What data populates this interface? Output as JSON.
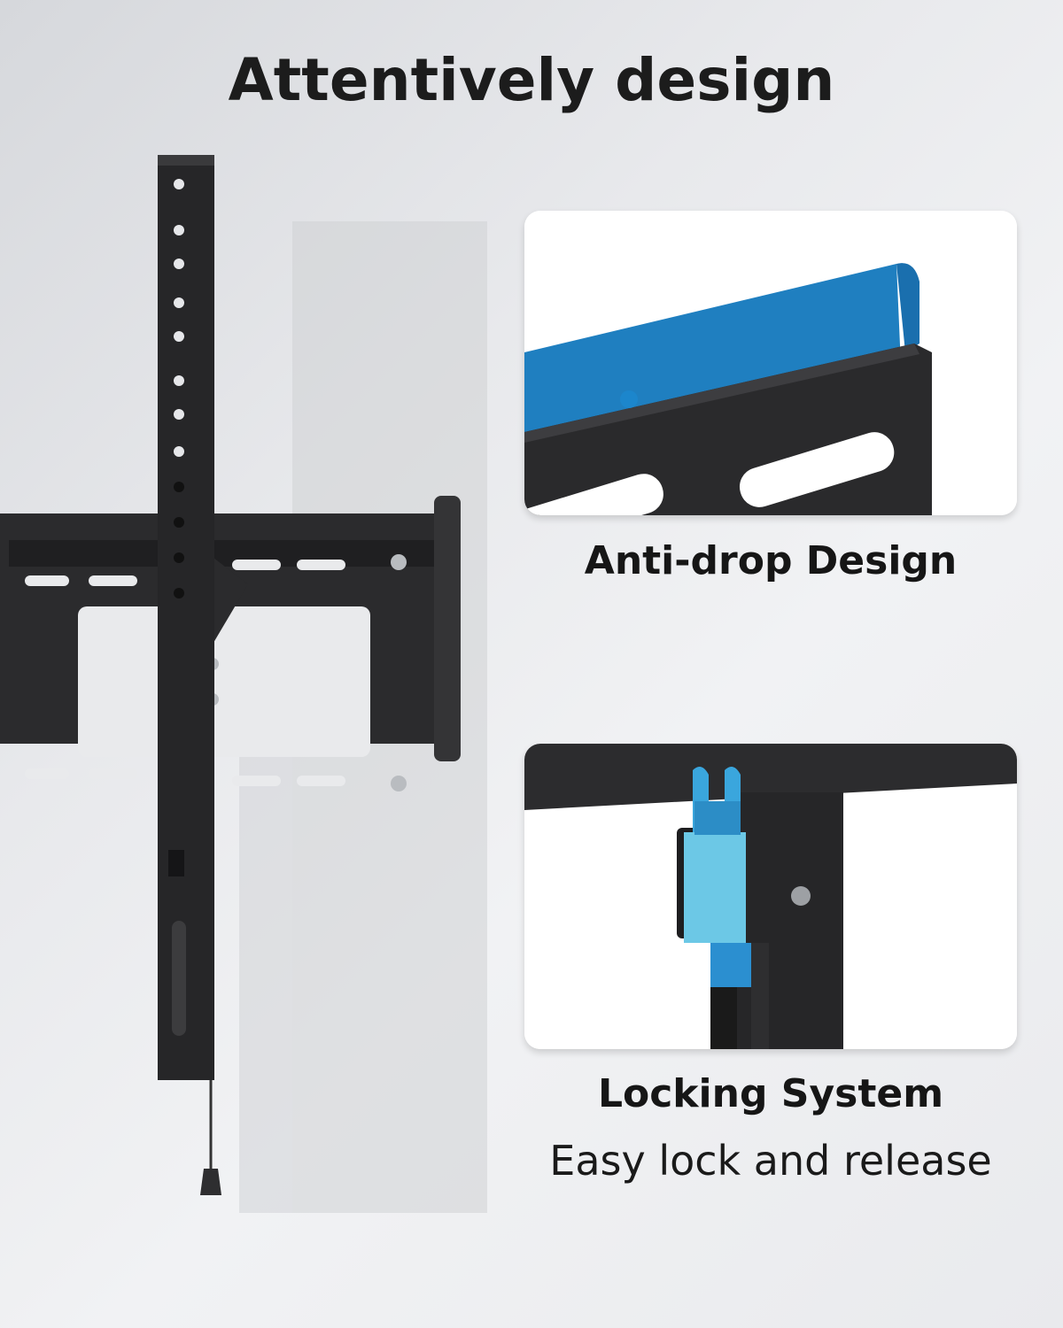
{
  "headline": "Attentively design",
  "features": [
    {
      "title": "Anti-drop Design",
      "subtitle": "",
      "image": "anti-drop-closeup",
      "accent": "#1f7fc0"
    },
    {
      "title": "Locking System",
      "subtitle": "Easy lock and release",
      "image": "locking-system-closeup",
      "accent": "#5cc3e6"
    }
  ],
  "product": {
    "image": "tilting-tv-wall-mount",
    "colors": {
      "steel": "#2a2a2c",
      "background": "#e8e9ec"
    }
  }
}
